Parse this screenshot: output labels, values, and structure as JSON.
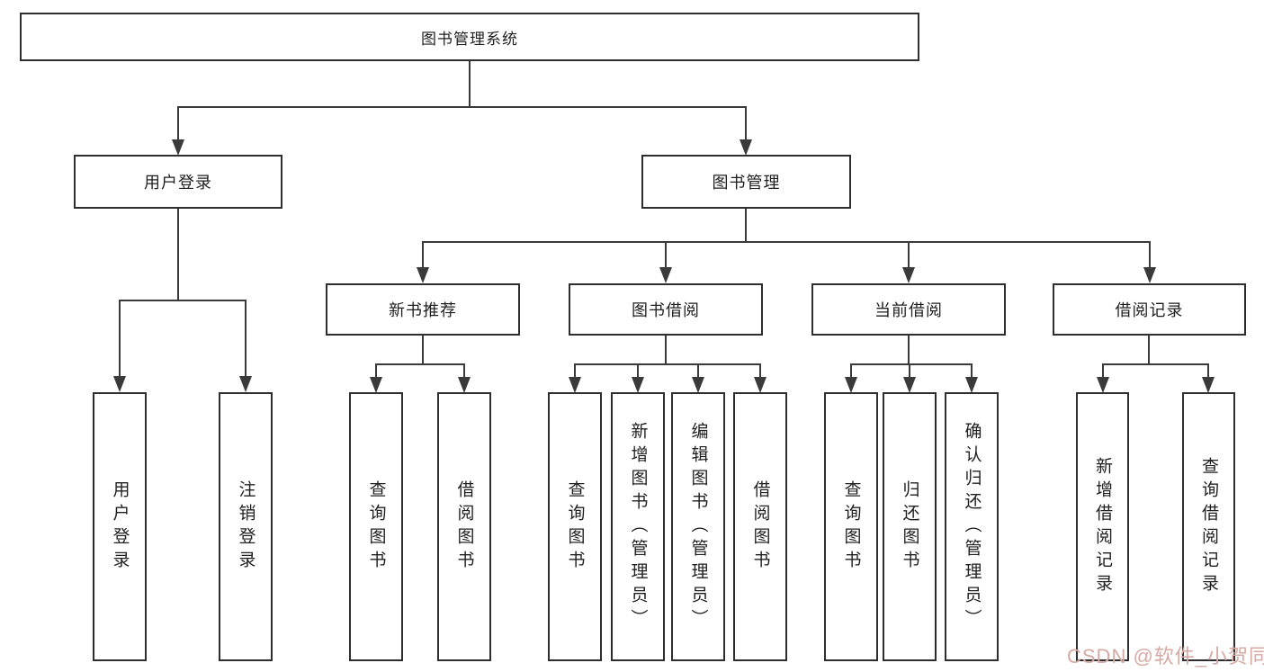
{
  "diagram": {
    "title_node": {
      "label": "图书管理系统"
    },
    "level2": [
      {
        "label": "用户登录"
      },
      {
        "label": "图书管理"
      }
    ],
    "level3": [
      {
        "label": "新书推荐",
        "parent": "图书管理"
      },
      {
        "label": "图书借阅",
        "parent": "图书管理"
      },
      {
        "label": "当前借阅",
        "parent": "图书管理"
      },
      {
        "label": "借阅记录",
        "parent": "图书管理"
      }
    ],
    "leaves": [
      {
        "label": "用户登录",
        "parent": "用户登录"
      },
      {
        "label": "注销登录",
        "parent": "用户登录"
      },
      {
        "label": "查询图书",
        "parent": "新书推荐"
      },
      {
        "label": "借阅图书",
        "parent": "新书推荐"
      },
      {
        "label": "查询图书",
        "parent": "图书借阅"
      },
      {
        "label": "新增图书（管理员）",
        "parent": "图书借阅"
      },
      {
        "label": "编辑图书（管理员）",
        "parent": "图书借阅"
      },
      {
        "label": "借阅图书",
        "parent": "图书借阅"
      },
      {
        "label": "查询图书",
        "parent": "当前借阅"
      },
      {
        "label": "归还图书",
        "parent": "当前借阅"
      },
      {
        "label": "确认归还（管理员）",
        "parent": "当前借阅"
      },
      {
        "label": "新增借阅记录",
        "parent": "借阅记录"
      },
      {
        "label": "查询借阅记录",
        "parent": "借阅记录"
      }
    ],
    "watermark": "CSDN @软件_小贺同学",
    "colors": {
      "line": "#3a3a3a",
      "box_border": "#2e2e2e",
      "text": "#1f1f1f",
      "watermark": "#d6a9a3",
      "background": "#ffffff"
    }
  }
}
